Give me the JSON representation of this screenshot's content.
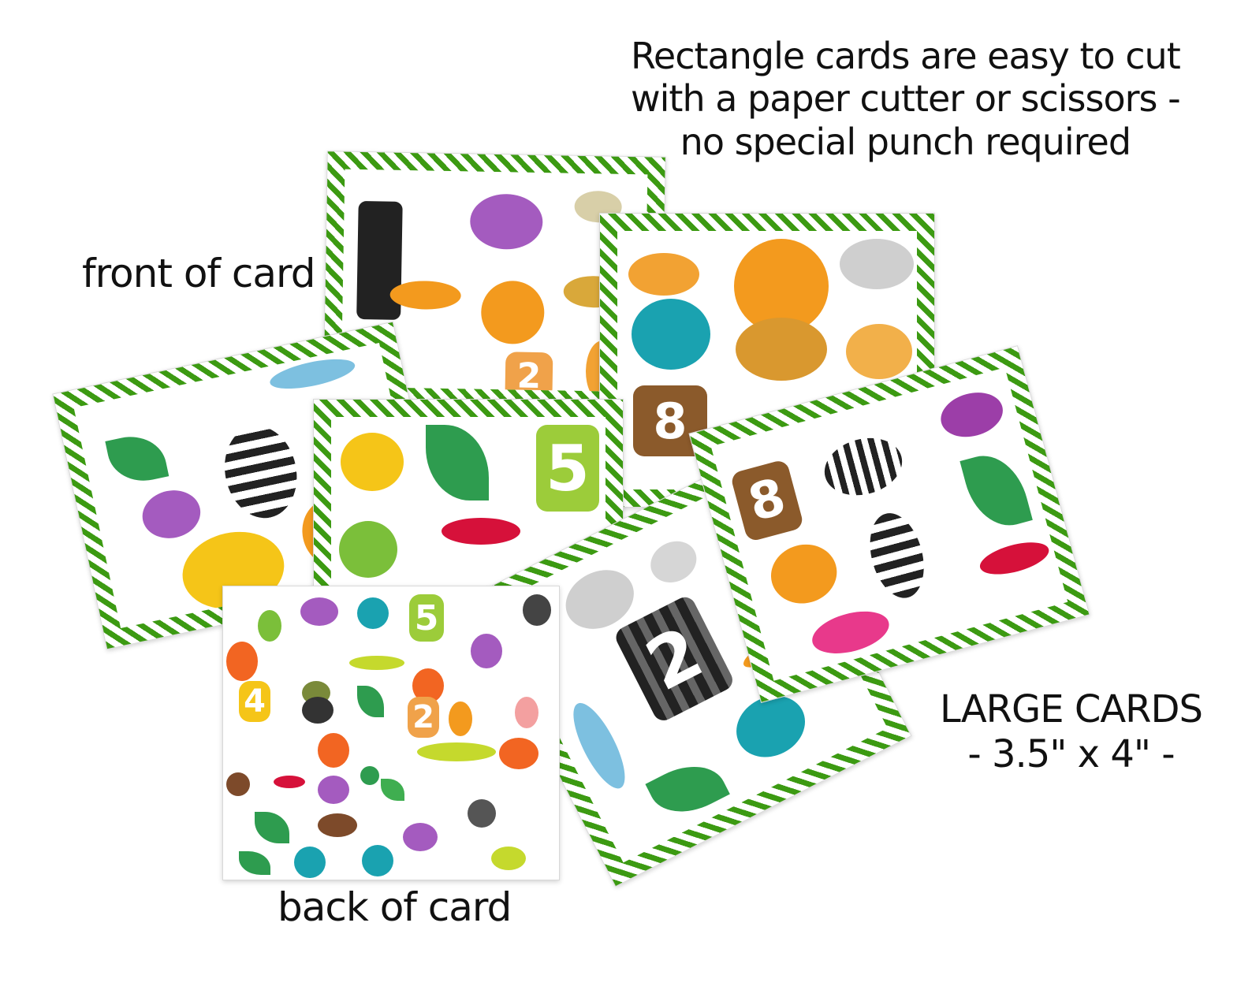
{
  "headline": {
    "line1": "Rectangle cards are easy to cut",
    "line2": "with a paper cutter or scissors -",
    "line3": "no special punch required"
  },
  "labels": {
    "front": "front of card",
    "back": "back of card",
    "size_title": "LARGE CARDS",
    "size_value": "- 3.5\" x 4\" -"
  },
  "colors": {
    "border_green": "#3c9a12",
    "lion": "#f39a1e",
    "hippo": "#a45bbf",
    "elephant": "#bdbdbd",
    "zebra": "#222222",
    "leaf": "#2e9c4f",
    "panther": "#d6113a",
    "giraffe": "#f2a233",
    "rhino": "#1aa2b0",
    "pink_hippo": "#e8398b",
    "yellow_lion": "#f5c518"
  }
}
